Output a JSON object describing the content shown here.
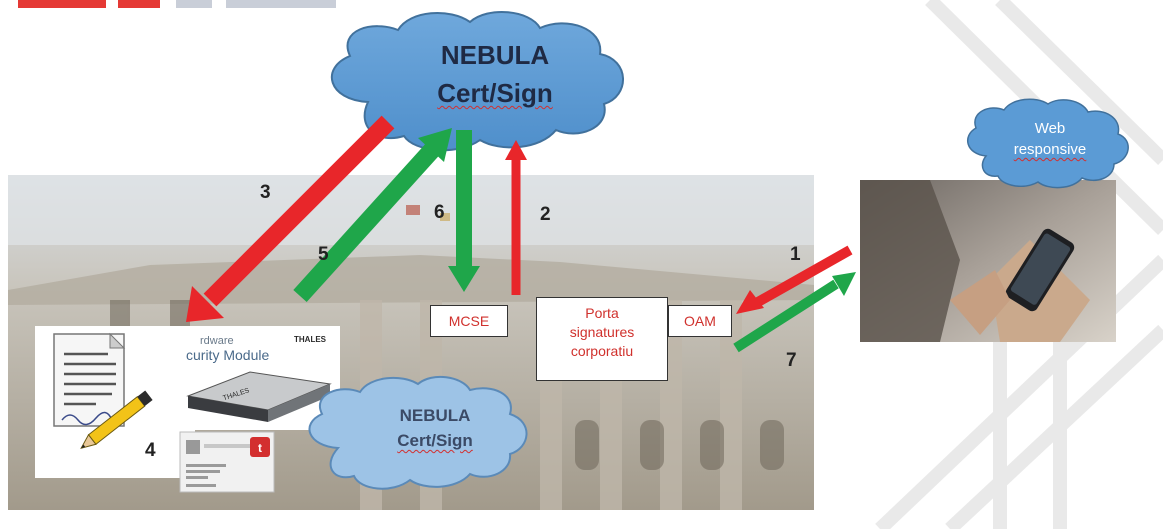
{
  "clouds": {
    "main": {
      "line1": "NEBULA",
      "line2": "Cert/Sign"
    },
    "secondary": {
      "line1": "NEBULA",
      "line2": "Cert/Sign"
    },
    "web": {
      "line1": "Web",
      "line2": "responsive"
    }
  },
  "boxes": {
    "mcse": "MCSE",
    "porta": {
      "line1": "Porta",
      "line2": "signatures",
      "line3": "corporatiu"
    },
    "oam": "OAM"
  },
  "steps": [
    "1",
    "2",
    "3",
    "4",
    "5",
    "6",
    "7"
  ],
  "hsm": {
    "line1": "rdware",
    "line2": "curity Module",
    "brand": "THALES",
    "device_brand": "THALES"
  },
  "colors": {
    "arrow_red": "#e8262a",
    "arrow_green": "#1fa64a",
    "cloud_fill": "#5b9bd5",
    "cloud_stroke": "#41719c",
    "box_text": "#d0312d"
  }
}
